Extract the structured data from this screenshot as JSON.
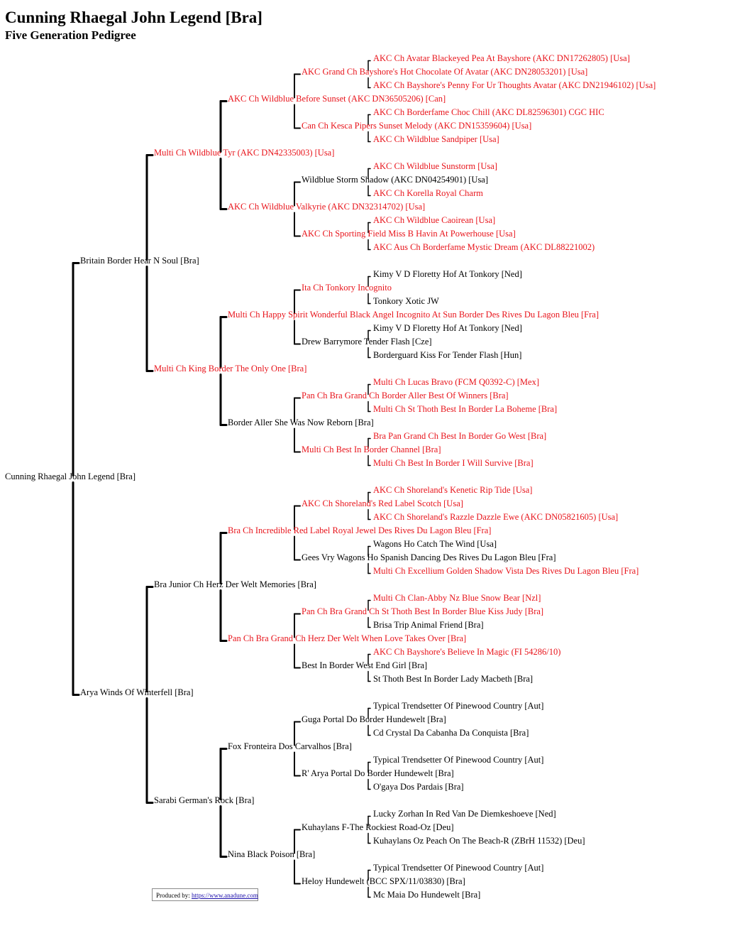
{
  "header": {
    "title": "Cunning Rhaegal John Legend [Bra]",
    "subtitle": "Five Generation Pedigree"
  },
  "footer": {
    "produced_label": "Produced by:",
    "produced_link": "https://www.anadune.com"
  },
  "colors": {
    "champion": "#e8141b",
    "regular": "#000000"
  },
  "pedigree": {
    "name": "Cunning Rhaegal John Legend [Bra]",
    "champion": false,
    "sire": {
      "name": "Britain Border Hear N Soul [Bra]",
      "champion": false,
      "sire": {
        "name": "Multi Ch Wildblue Tyr (AKC DN42335003) [Usa]",
        "champion": true,
        "sire": {
          "name": "AKC Ch Wildblue Before Sunset (AKC DN36505206) [Can]",
          "champion": true,
          "sire": {
            "name": "AKC Grand Ch Bayshore's Hot Chocolate Of Avatar (AKC DN28053201) [Usa]",
            "champion": true,
            "sire": {
              "name": "AKC Ch Avatar Blackeyed Pea At Bayshore (AKC DN17262805) [Usa]",
              "champion": true
            },
            "dam": {
              "name": "AKC Ch Bayshore's Penny For Ur Thoughts Avatar (AKC DN21946102) [Usa]",
              "champion": true
            }
          },
          "dam": {
            "name": "Can Ch Kesca Pipers Sunset Melody (AKC DN15359604) [Usa]",
            "champion": true,
            "sire": {
              "name": "AKC Ch Borderfame Choc Chill (AKC DL82596301) CGC HIC",
              "champion": true
            },
            "dam": {
              "name": "AKC Ch Wildblue Sandpiper [Usa]",
              "champion": true
            }
          }
        },
        "dam": {
          "name": "AKC Ch Wildblue Valkyrie (AKC DN32314702) [Usa]",
          "champion": true,
          "sire": {
            "name": "Wildblue Storm Shadow (AKC DN04254901) [Usa]",
            "champion": false,
            "sire": {
              "name": "AKC Ch Wildblue Sunstorm [Usa]",
              "champion": true
            },
            "dam": {
              "name": "AKC Ch Korella Royal Charm",
              "champion": true
            }
          },
          "dam": {
            "name": "AKC Ch Sporting Field Miss B Havin At Powerhouse [Usa]",
            "champion": true,
            "sire": {
              "name": "AKC Ch Wildblue Caoirean [Usa]",
              "champion": true
            },
            "dam": {
              "name": "AKC Aus Ch Borderfame Mystic Dream (AKC DL88221002)",
              "champion": true
            }
          }
        }
      },
      "dam": {
        "name": "Multi Ch King Border The Only One [Bra]",
        "champion": true,
        "sire": {
          "name": "Multi Ch Happy Spirit Wonderful Black Angel Incognito At Sun Border Des Rives Du Lagon Bleu [Fra]",
          "champion": true,
          "sire": {
            "name": "Ita Ch Tonkory Incognito",
            "champion": true,
            "sire": {
              "name": "Kimy V D Floretty Hof At Tonkory [Ned]",
              "champion": false
            },
            "dam": {
              "name": "Tonkory Xotic JW",
              "champion": false
            }
          },
          "dam": {
            "name": "Drew Barrymore Tender Flash [Cze]",
            "champion": false,
            "sire": {
              "name": "Kimy V D Floretty Hof At Tonkory [Ned]",
              "champion": false
            },
            "dam": {
              "name": "Borderguard Kiss For Tender Flash [Hun]",
              "champion": false
            }
          }
        },
        "dam": {
          "name": "Border Aller She Was Now Reborn [Bra]",
          "champion": false,
          "sire": {
            "name": "Pan Ch Bra Grand Ch Border Aller Best Of Winners [Bra]",
            "champion": true,
            "sire": {
              "name": "Multi Ch Lucas Bravo (FCM Q0392-C) [Mex]",
              "champion": true
            },
            "dam": {
              "name": "Multi Ch St Thoth Best In Border La Boheme [Bra]",
              "champion": true
            }
          },
          "dam": {
            "name": "Multi Ch Best In Border Channel [Bra]",
            "champion": true,
            "sire": {
              "name": "Bra Pan Grand Ch Best In Border Go West [Bra]",
              "champion": true
            },
            "dam": {
              "name": "Multi Ch Best In Border I Will Survive [Bra]",
              "champion": true
            }
          }
        }
      }
    },
    "dam": {
      "name": "Arya Winds Of Winterfell [Bra]",
      "champion": false,
      "sire": {
        "name": "Bra Junior Ch Herz Der Welt Memories [Bra]",
        "champion": false,
        "sire": {
          "name": "Bra Ch Incredible Red Label Royal Jewel Des Rives Du Lagon Bleu [Fra]",
          "champion": true,
          "sire": {
            "name": "AKC Ch Shoreland's Red Label Scotch [Usa]",
            "champion": true,
            "sire": {
              "name": "AKC Ch Shoreland's Kenetic Rip Tide [Usa]",
              "champion": true
            },
            "dam": {
              "name": "AKC Ch Shoreland's Razzle Dazzle Ewe (AKC DN05821605) [Usa]",
              "champion": true
            }
          },
          "dam": {
            "name": "Gees Vry Wagons Ho Spanish Dancing Des Rives Du Lagon Bleu [Fra]",
            "champion": false,
            "sire": {
              "name": "Wagons Ho Catch The Wind [Usa]",
              "champion": false
            },
            "dam": {
              "name": "Multi Ch Excellium Golden Shadow Vista Des Rives Du Lagon Bleu [Fra]",
              "champion": true
            }
          }
        },
        "dam": {
          "name": "Pan Ch Bra Grand Ch Herz Der Welt When Love Takes Over [Bra]",
          "champion": true,
          "sire": {
            "name": "Pan Ch Bra Grand Ch St Thoth Best In Border Blue Kiss Judy [Bra]",
            "champion": true,
            "sire": {
              "name": "Multi Ch Clan-Abby Nz Blue Snow Bear [Nzl]",
              "champion": true
            },
            "dam": {
              "name": "Brisa Trip Animal Friend [Bra]",
              "champion": false
            }
          },
          "dam": {
            "name": "Best In Border West End Girl [Bra]",
            "champion": false,
            "sire": {
              "name": "AKC Ch Bayshore's Believe In Magic (FI 54286/10)",
              "champion": true
            },
            "dam": {
              "name": "St Thoth Best In Border Lady Macbeth [Bra]",
              "champion": false
            }
          }
        }
      },
      "dam": {
        "name": "Sarabi German's Rock [Bra]",
        "champion": false,
        "sire": {
          "name": "Fox Fronteira Dos Carvalhos [Bra]",
          "champion": false,
          "sire": {
            "name": "Guga Portal Do Border Hundewelt [Bra]",
            "champion": false,
            "sire": {
              "name": "Typical Trendsetter Of Pinewood Country [Aut]",
              "champion": false
            },
            "dam": {
              "name": "Cd Crystal Da Cabanha Da Conquista [Bra]",
              "champion": false
            }
          },
          "dam": {
            "name": "R' Arya Portal Do Border Hundewelt [Bra]",
            "champion": false,
            "sire": {
              "name": "Typical Trendsetter Of Pinewood Country [Aut]",
              "champion": false
            },
            "dam": {
              "name": "O'gaya Dos Pardais [Bra]",
              "champion": false
            }
          }
        },
        "dam": {
          "name": "Nina Black Poison [Bra]",
          "champion": false,
          "sire": {
            "name": "Kuhaylans F-The Rockiest Road-Oz [Deu]",
            "champion": false,
            "sire": {
              "name": "Lucky Zorhan In Red Van De Diemkeshoeve [Ned]",
              "champion": false
            },
            "dam": {
              "name": "Kuhaylans Oz Peach On The Beach-R (ZBrH 11532) [Deu]",
              "champion": false
            }
          },
          "dam": {
            "name": "Heloy Hundewelt (BCC SPX/11/03830) [Bra]",
            "champion": false,
            "sire": {
              "name": "Typical Trendsetter Of Pinewood Country [Aut]",
              "champion": false
            },
            "dam": {
              "name": "Mc Maia Do Hundewelt [Bra]",
              "champion": false
            }
          }
        }
      }
    }
  }
}
